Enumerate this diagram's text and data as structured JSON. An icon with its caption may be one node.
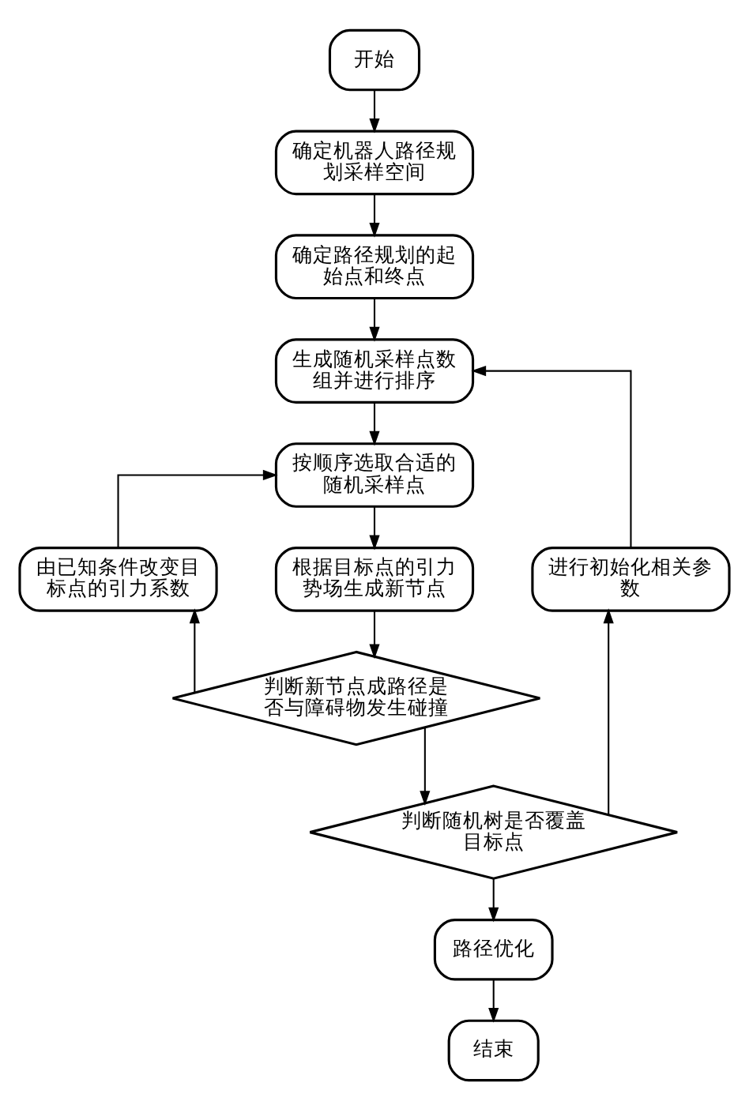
{
  "diagram": {
    "nodes": [
      {
        "text": [
          "开始"
        ]
      },
      {
        "text": [
          "确定机器人路径规划采样空间"
        ]
      },
      {
        "text": [
          "确定路径规划的起始点和终点"
        ]
      },
      {
        "text": [
          "生成随机采样点数组并进行排序"
        ]
      },
      {
        "text": [
          "按顺序选取合适的随机采样点"
        ]
      },
      {
        "text": [
          "由已知条件改变目标点的引力系数"
        ]
      },
      {
        "text": [
          "根据目标点的引力势场生成新节点"
        ]
      },
      {
        "text": [
          "进行初始化相关参数"
        ]
      },
      {
        "text": [
          "判断新节点成路径是否与障碍物发生碰撞"
        ]
      },
      {
        "text": [
          "判断随机树是否覆盖目标点"
        ]
      },
      {
        "text": [
          "路径优化"
        ]
      },
      {
        "text": [
          "结束"
        ]
      }
    ],
    "edges": [
      {
        "from": 0,
        "to": 1,
        "arrow": "to"
      },
      {
        "from": 1,
        "to": 2,
        "arrow": "to"
      },
      {
        "from": 2,
        "to": 3,
        "arrow": "to"
      },
      {
        "from": 3,
        "to": 4,
        "arrow": "to"
      },
      {
        "from": 4,
        "to": 6,
        "arrow": "to"
      },
      {
        "from": 6,
        "to": 8,
        "arrow": "to"
      },
      {
        "from": 8,
        "to": 5,
        "arrow": "to"
      },
      {
        "from": 5,
        "to": 4,
        "arrow": "to"
      },
      {
        "from": 8,
        "to": 9,
        "arrow": "to"
      },
      {
        "from": 9,
        "to": 7,
        "arrow": "to"
      },
      {
        "from": 7,
        "to": 3,
        "arrow": "to"
      },
      {
        "from": 9,
        "to": 10,
        "arrow": "to"
      },
      {
        "from": 10,
        "to": 11,
        "arrow": "to"
      }
    ]
  }
}
